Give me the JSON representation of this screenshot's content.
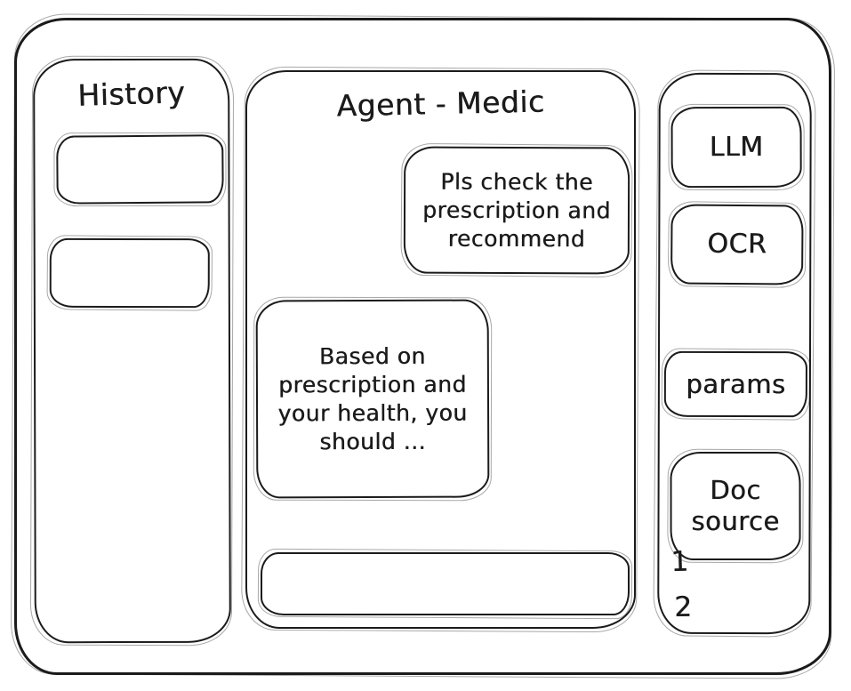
{
  "colors": {
    "ink": "#1b1b1b",
    "background": "#ffffff"
  },
  "left_panel": {
    "title": "History",
    "items": [
      {
        "label": ""
      },
      {
        "label": ""
      }
    ]
  },
  "chat_panel": {
    "title": "Agent - Medic",
    "messages": [
      {
        "role": "user",
        "text": "Pls check the prescription and recommend"
      },
      {
        "role": "assistant",
        "text": "Based on prescription and your health, you should ..."
      }
    ],
    "input": {
      "value": "",
      "placeholder": ""
    }
  },
  "right_panel": {
    "buttons": [
      {
        "label": "LLM"
      },
      {
        "label": "OCR"
      },
      {
        "label": "params"
      },
      {
        "label": "Doc source"
      }
    ],
    "doc_source_list": [
      "1",
      "2"
    ]
  }
}
